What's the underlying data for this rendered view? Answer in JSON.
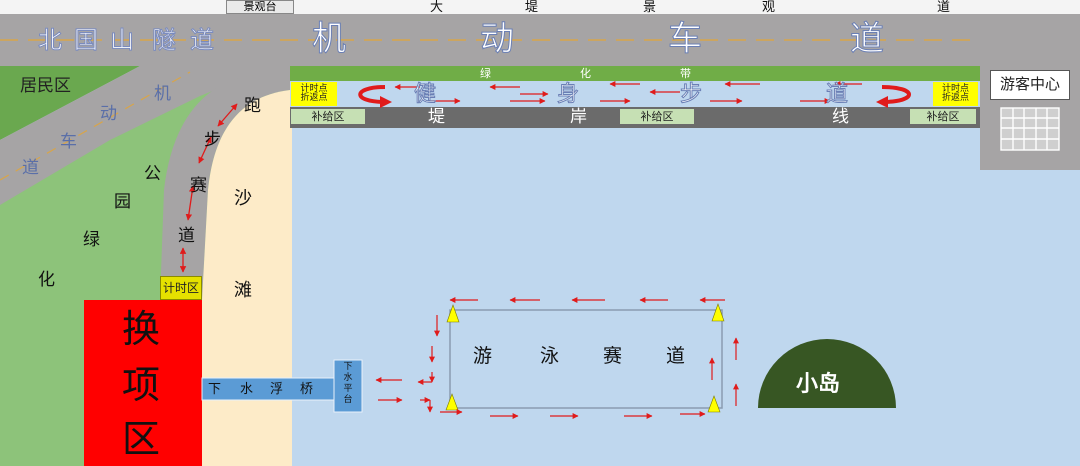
{
  "colors": {
    "road": "#a6a4a5",
    "lake": "#bfd7ee",
    "green": "#8dc37a",
    "dark_green": "#6aa84f",
    "beach": "#fdebc8",
    "bank": "#6b6b6b",
    "belt": "#70ad47",
    "supply": "#c6e0b4",
    "timing": "#ffff00",
    "transition": "#ff0000",
    "bridge": "#5b9bd5",
    "island": "#375623",
    "arrow": "#ff0000",
    "buoy": "#ffff00"
  },
  "labels": {
    "viewing_platform": "景观台",
    "viewing_road_chars": [
      "大",
      "堤",
      "景",
      "观",
      "道"
    ],
    "north_tunnel_chars": [
      "北",
      "国",
      "山",
      "隧",
      "道"
    ],
    "main_road_chars": [
      "机",
      "动",
      "车",
      "道"
    ],
    "residential": "居民区",
    "diag_road_chars": [
      "机",
      "动",
      "车",
      "道"
    ],
    "park_chars": [
      "公",
      "园",
      "绿",
      "化"
    ],
    "run_track_chars": [
      "跑",
      "步",
      "赛",
      "道"
    ],
    "beach_chars": [
      "沙",
      "滩"
    ],
    "green_belt_chars": [
      "绿",
      "化",
      "带"
    ],
    "fitness_chars": [
      "健",
      "身",
      "步",
      "道"
    ],
    "bank_chars": [
      "堤",
      "岸",
      "线"
    ],
    "supply": "补给区",
    "turn_point_line1": "计时点",
    "turn_point_line2": "折返点",
    "timing_zone": "计时区",
    "transition_chars": [
      "换",
      "项",
      "区"
    ],
    "float_bridge_chars": [
      "下",
      "水",
      "浮",
      "桥"
    ],
    "entry_platform_chars": [
      "下",
      "水",
      "平",
      "台"
    ],
    "swim_chars": [
      "游",
      "泳",
      "赛",
      "道"
    ],
    "island": "小岛",
    "visitor_center": "游客中心"
  }
}
